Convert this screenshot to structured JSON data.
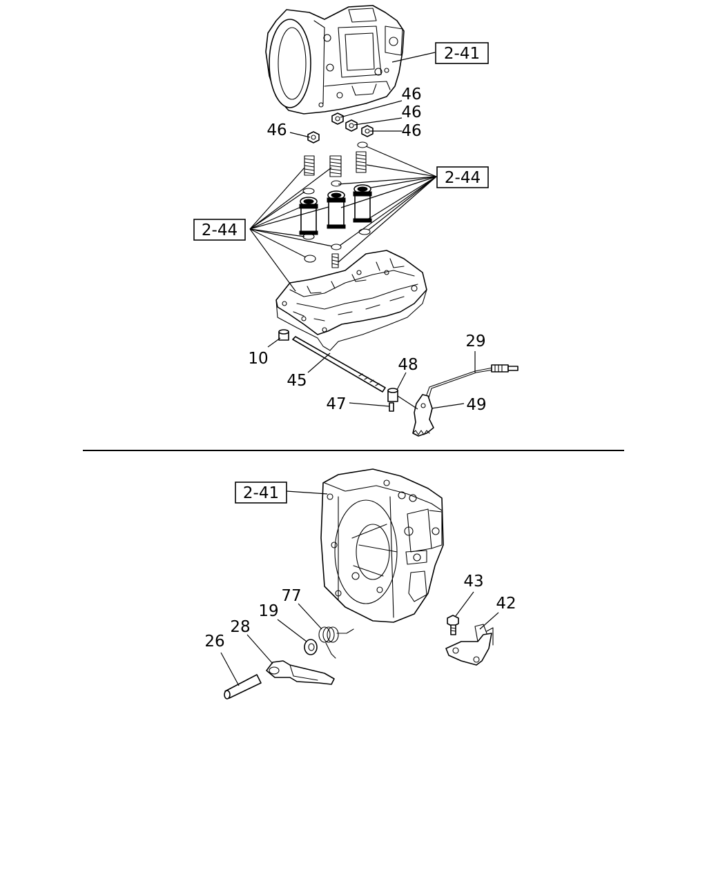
{
  "top_section": {
    "references": {
      "housing": "2-41",
      "valves_right": "2-44",
      "valves_left": "2-44"
    },
    "callouts": {
      "nut_a": "46",
      "nut_b": "46",
      "nut_c": "46",
      "nut_d": "46",
      "bushing": "10",
      "shaft": "45",
      "rod": "29",
      "collar": "48",
      "pin": "47",
      "detent_plate": "49"
    }
  },
  "bottom_section": {
    "references": {
      "housing": "2-41"
    },
    "callouts": {
      "bolt": "43",
      "bracket": "42",
      "spring": "77",
      "washer": "19",
      "lever": "28",
      "pin_shaft": "26"
    }
  }
}
